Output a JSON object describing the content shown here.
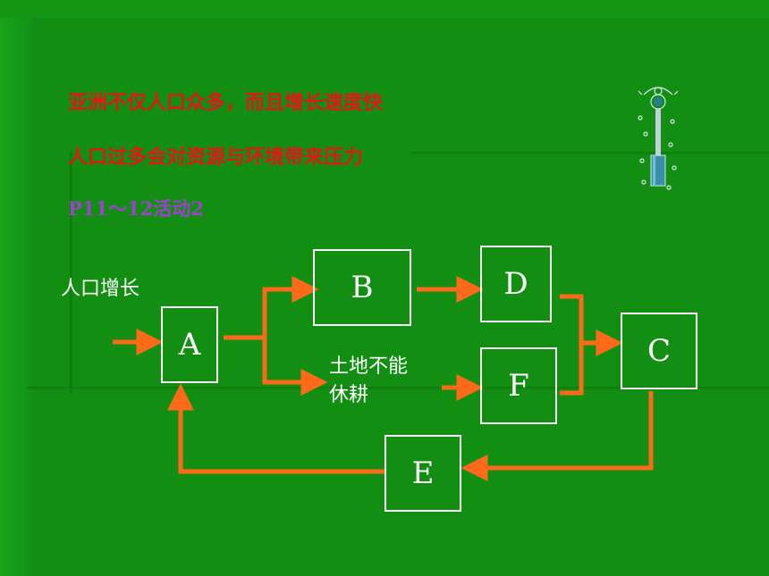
{
  "text_lines": {
    "line1": "亚洲不仅人口众多，而且增长速度快",
    "line2": "人口过多会对资源与环境带来压力",
    "line3": "P11～12活动2"
  },
  "diagram": {
    "input_label": "人口增长",
    "middle_label_line1": "土地不能",
    "middle_label_line2": "休耕",
    "boxes": {
      "A": "A",
      "B": "B",
      "C": "C",
      "D": "D",
      "E": "E",
      "F": "F"
    }
  },
  "colors": {
    "background": "#128f12",
    "arrow": "#ff6a1a",
    "headline": "#e01818",
    "activity": "#a040d0",
    "box_border": "#ffffff"
  }
}
